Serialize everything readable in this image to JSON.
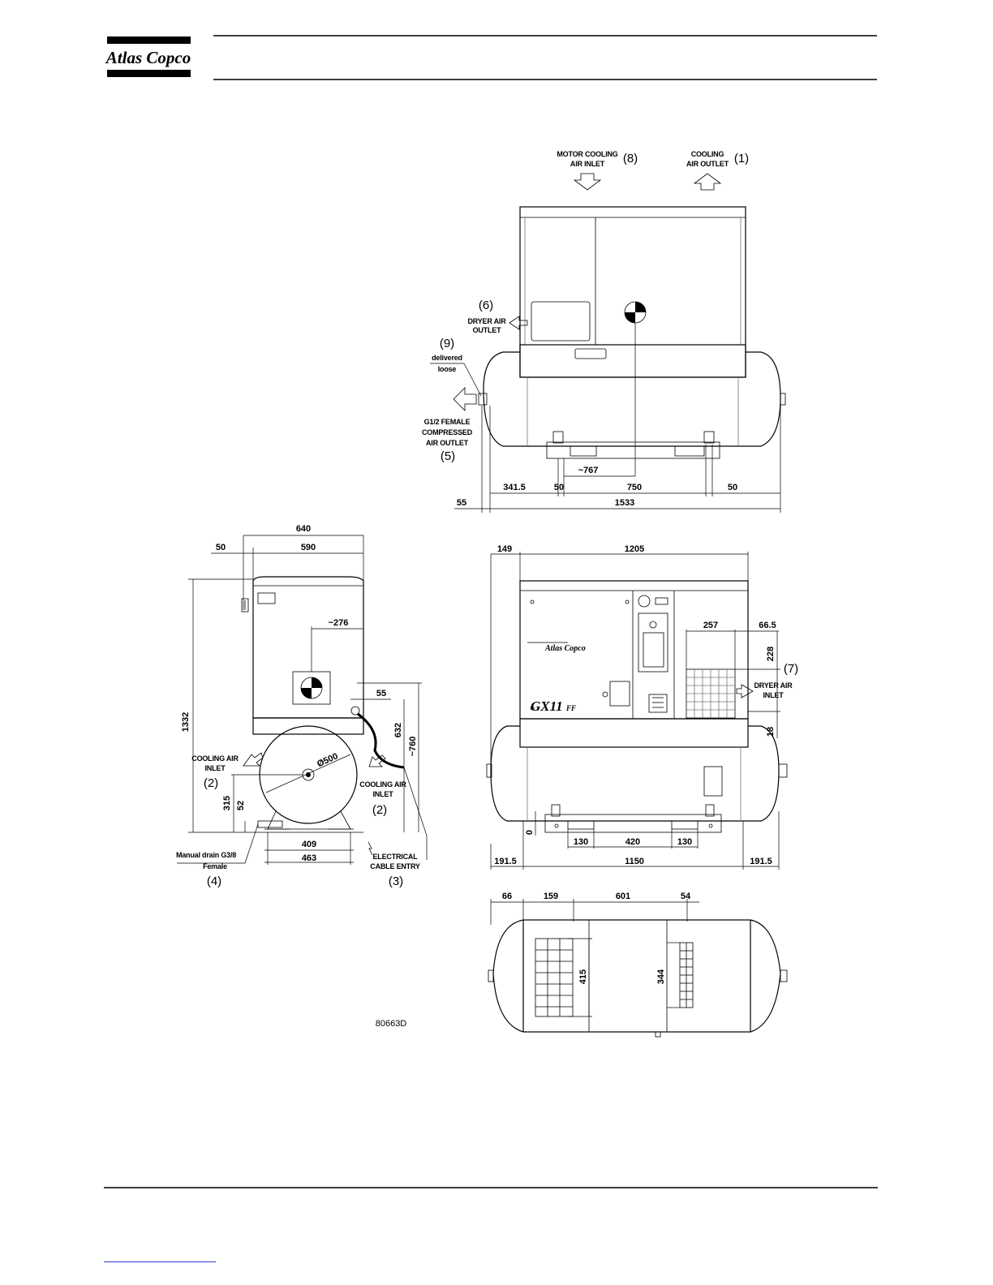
{
  "header": {
    "logo_text": "Atlas Copco"
  },
  "callouts": {
    "motor_cooling_inlet": {
      "line1": "MOTOR COOLING",
      "line2": "AIR INLET",
      "num": "(8)"
    },
    "cooling_air_outlet": {
      "line1": "COOLING",
      "line2": "AIR OUTLET",
      "num": "(1)"
    },
    "dryer_air_outlet": {
      "line1": "DRYER AIR",
      "line2": "OUTLET",
      "num": "(6)"
    },
    "delivered_loose": {
      "line1": "delivered",
      "line2": "loose",
      "num": "(9)"
    },
    "compressed_air_outlet": {
      "line1": "G1/2  FEMALE",
      "line2": "COMPRESSED",
      "line3": "AIR OUTLET",
      "num": "(5)"
    },
    "dryer_air_inlet": {
      "line1": "DRYER AIR",
      "line2": "INLET",
      "num": "(7)"
    },
    "cooling_air_inlet_left": {
      "line1": "COOLING AIR",
      "line2": "INLET",
      "num": "(2)"
    },
    "cooling_air_inlet_right": {
      "line1": "COOLING AIR",
      "line2": "INLET",
      "num": "(2)"
    },
    "manual_drain": {
      "line1": "Manual drain G3/8",
      "line2": "Female",
      "num": "(4)"
    },
    "electrical_cable_entry": {
      "line1": "ELECTRICAL",
      "line2": "CABLE ENTRY",
      "num": "(3)"
    }
  },
  "dimensions": {
    "top_view": [
      "341.5",
      "50",
      "750",
      "50",
      "55",
      "1533",
      "~767"
    ],
    "side_view": [
      "640",
      "50",
      "590",
      "~276",
      "55",
      "1332",
      "632",
      "~760",
      "315",
      "52",
      "409",
      "463",
      "Ø500"
    ],
    "front_view": [
      "149",
      "1205",
      "257",
      "66.5",
      "228",
      "18",
      "0",
      "130",
      "420",
      "130",
      "191.5",
      "1150",
      "191.5"
    ],
    "plan_view": [
      "66",
      "159",
      "601",
      "54",
      "415",
      "344"
    ]
  },
  "product": {
    "brand_plate": "Atlas Copco",
    "model": "GX11",
    "model_suffix": "FF"
  },
  "drawing_number": "80663D"
}
